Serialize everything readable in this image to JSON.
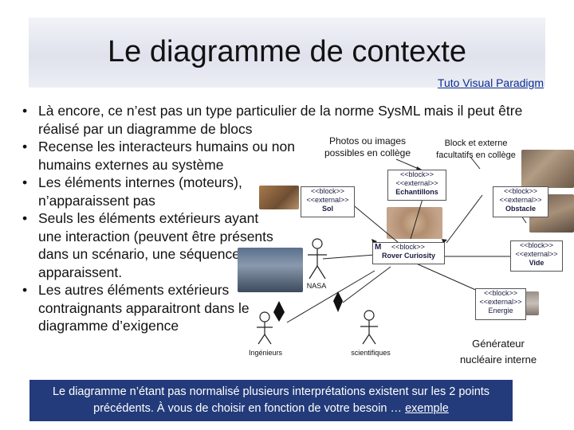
{
  "title": "Le diagramme de contexte",
  "link_text": "Tuto Visual Paradigm",
  "bullets": [
    "Là encore, ce n’est pas un type particulier de la norme SysML mais il peut être réalisé par un diagramme de blocs",
    "Recense les interacteurs humains ou non humains externes au système",
    "Les éléments internes (moteurs), n’apparaissent pas",
    "Seuls les éléments extérieurs ayant une interaction (peuvent être présents dans un scénario, une séquence) apparaissent.",
    "Les autres éléments extérieurs contraignants apparaitront dans le diagramme d’exigence"
  ],
  "callouts": {
    "photos_line1": "Photos ou images",
    "photos_line2": "possibles en collège",
    "block_ext_line1": "Block et externe",
    "block_ext_line2": "facultatifs en collège",
    "generator_line1": "Générateur",
    "generator_line2": "nucléaire interne"
  },
  "diagram": {
    "stereo_block": "<<block>>",
    "stereo_external": "<<external>>",
    "echantillons": "Echantillons",
    "sol": "Sol",
    "obstacle": "Obstacle",
    "vide": "Vide",
    "rover": "Rover Curiosity",
    "rover_prefix": "M",
    "energie": "Energie",
    "nasa": "NASA",
    "ingenieurs": "Ingénieurs",
    "scientifiques": "scientifiques"
  },
  "banner": {
    "text": "Le diagramme n’étant pas normalisé plusieurs interprétations existent sur les 2 points précédents. À vous de choisir en fonction de votre besoin …",
    "link": "exemple"
  }
}
